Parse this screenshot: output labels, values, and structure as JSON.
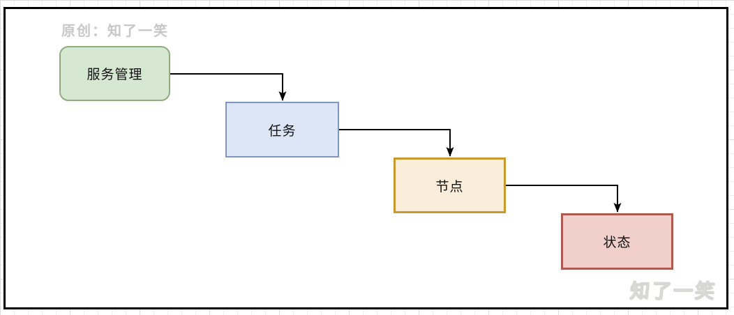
{
  "canvas": {
    "frame_border_color": "#000000",
    "background": "#ffffff",
    "grid_color": "#e8e8e8"
  },
  "watermarks": {
    "top_left": {
      "text": "原创：知了一笑",
      "color": "#c7c7c7"
    },
    "bottom_right": {
      "text": "知了一笑",
      "color": "#ffffff"
    }
  },
  "diagram": {
    "connector_color": "#000000",
    "nodes": [
      {
        "id": "service-management",
        "label": "服务管理",
        "shape": "rounded-rect",
        "fill": "#d6e8d2",
        "stroke": "#90ab7e"
      },
      {
        "id": "task",
        "label": "任务",
        "shape": "rect",
        "fill": "#dce6f7",
        "stroke": "#7e95c3"
      },
      {
        "id": "node",
        "label": "节点",
        "shape": "rect",
        "fill": "#faeeda",
        "stroke": "#c9992e"
      },
      {
        "id": "status",
        "label": "状态",
        "shape": "rect",
        "fill": "#f1d0cb",
        "stroke": "#af5a51"
      }
    ],
    "edges": [
      {
        "from": "service-management",
        "to": "task"
      },
      {
        "from": "task",
        "to": "node"
      },
      {
        "from": "node",
        "to": "status"
      }
    ]
  }
}
